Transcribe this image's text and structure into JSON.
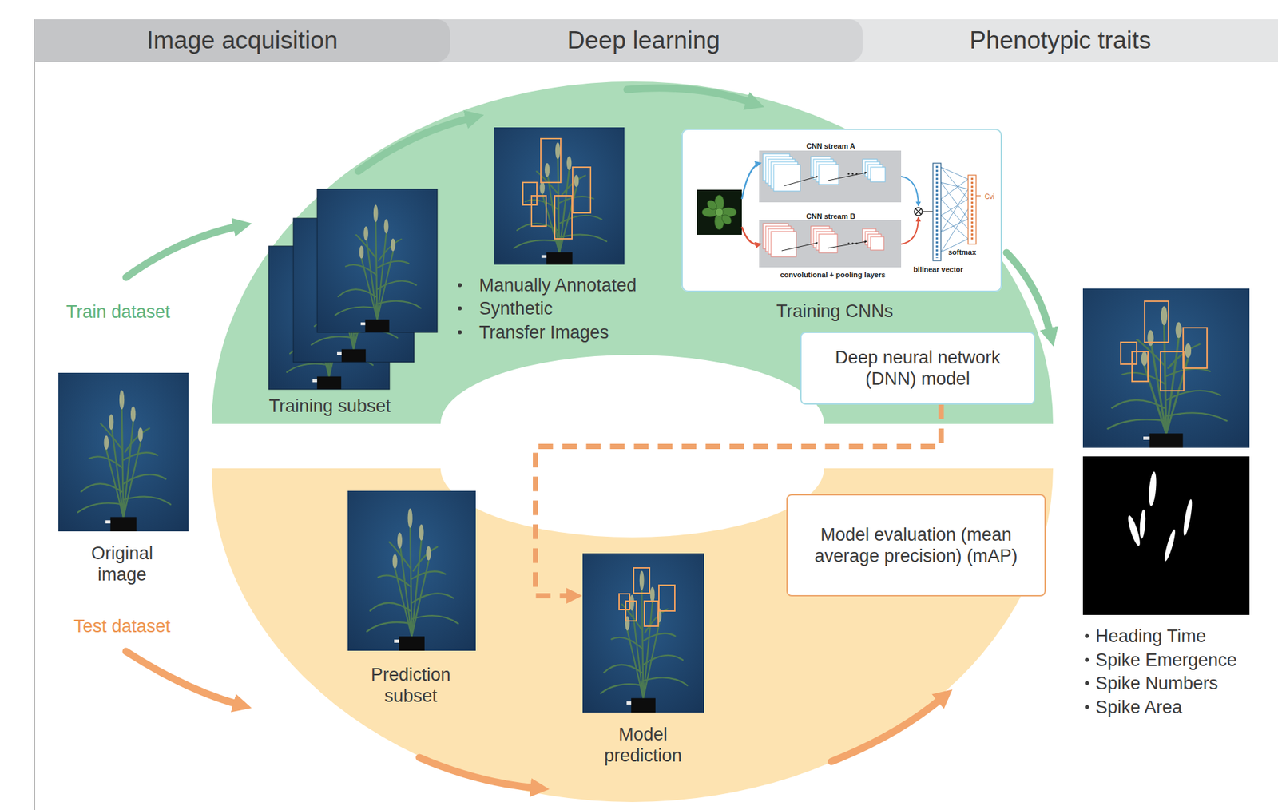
{
  "diagram": {
    "nodes": [
      {
        "text": [
          "Image acquisition"
        ]
      },
      {
        "text": [
          "Deep learning"
        ]
      },
      {
        "text": [
          "Phenotypic traits"
        ]
      },
      {
        "text": [
          "Original image"
        ]
      },
      {
        "text": [
          "Training subset"
        ]
      },
      {
        "text": [
          "Manually Annotated",
          "Synthetic",
          "Transfer Images"
        ]
      },
      {
        "text": [
          "CNN stream A",
          "CNN stream B",
          "convolutional + pooling layers",
          "bilinear vector",
          "softmax",
          "Cvi",
          "Training CNNs"
        ]
      },
      {
        "text": [
          "Deep neural network (DNN) model"
        ]
      },
      {
        "text": [
          "Heading Time",
          "Spike Emergence",
          "Spike Numbers",
          "Spike Area"
        ]
      },
      {
        "text": [
          "Prediction subset"
        ]
      },
      {
        "text": [
          "Model prediction"
        ]
      },
      {
        "text": [
          "Model evaluation (mean average precision) (mAP)"
        ]
      }
    ],
    "edges": [
      {
        "from": 7,
        "to": 10,
        "arrow": "to"
      }
    ],
    "labels": [
      "Train dataset",
      "Test dataset"
    ]
  }
}
